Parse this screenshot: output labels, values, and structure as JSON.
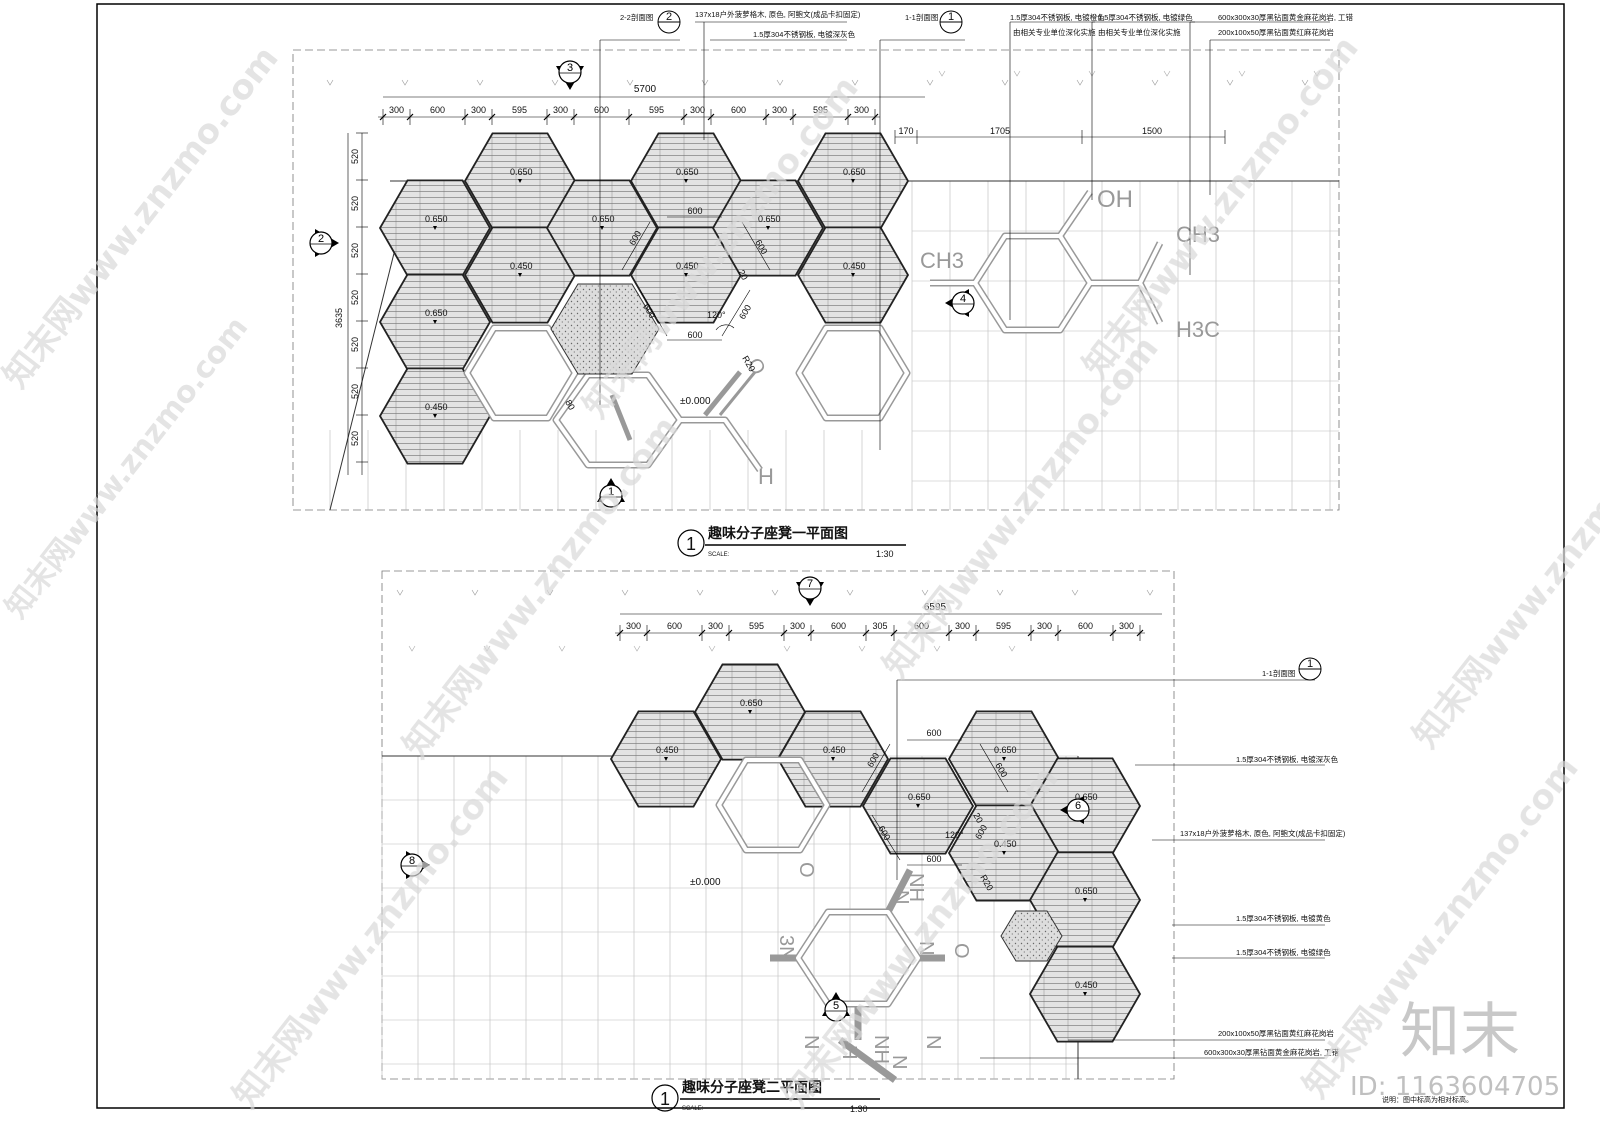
{
  "plan1": {
    "title": "趣味分子座凳一平面图",
    "scale_label": "SCALE:",
    "scale_value": "1:30",
    "number": "1",
    "total_dim": "5700",
    "top_dims": [
      "300",
      "600",
      "300",
      "595",
      "300",
      "600",
      "595",
      "300",
      "600",
      "300",
      "595",
      "300"
    ],
    "left_total": "3635",
    "left_dims": [
      "520",
      "520",
      "520",
      "520",
      "520",
      "520",
      "520"
    ],
    "right_dims": [
      "170",
      "1705",
      "1500"
    ],
    "hex_labels": [
      "0.650",
      "0.650",
      "0.650",
      "0.650",
      "0.650",
      "0.650",
      "0.450",
      "0.450",
      "0.650",
      "0.450",
      "0.450"
    ],
    "inner_dims": [
      "600",
      "600",
      "600",
      "600",
      "600",
      "600",
      "20",
      "120°",
      "R20",
      "80"
    ],
    "datum": "±0.000",
    "molecule_labels": [
      "OH",
      "CH3",
      "CH3",
      "H3C",
      "O",
      "H"
    ],
    "callouts": [
      {
        "text": "2-2剖面图",
        "ref": "2"
      },
      {
        "text": "137x18户外菠萝格木, 原色, 阿鲍文(成品卡扣固定)"
      },
      {
        "text": "1.5厚304不锈钢板, 电镀深灰色"
      },
      {
        "text": "1-1剖面图",
        "ref": "1"
      },
      {
        "text": "1.5厚304不锈钢板, 电镀橙色"
      },
      {
        "text": "由相关专业单位深化实施"
      },
      {
        "text": "1.5厚304不锈钢板, 电镀绿色"
      },
      {
        "text": "由相关专业单位深化实施"
      },
      {
        "text": "600x300x30厚黑钻面黄金麻花岗岩, 工错"
      },
      {
        "text": "200x100x50厚黑钻面黄红麻花岗岩"
      }
    ],
    "section_marks": [
      "3",
      "2",
      "4",
      "1"
    ]
  },
  "plan2": {
    "title": "趣味分子座凳二平面图",
    "scale_label": "SCALE:",
    "scale_value": "1:30",
    "number": "1",
    "total_dim": "6595",
    "top_dims": [
      "300",
      "600",
      "300",
      "595",
      "300",
      "600",
      "305",
      "600",
      "300",
      "595",
      "300",
      "600",
      "300"
    ],
    "hex_labels": [
      "0.650",
      "0.450",
      "0.450",
      "0.650",
      "0.650",
      "0.650",
      "0.450",
      "0.650",
      "0.450"
    ],
    "inner_dims": [
      "600",
      "600",
      "600",
      "600",
      "600",
      "600",
      "20",
      "120°",
      "R20"
    ],
    "datum": "±0.000",
    "molecule_labels": [
      "O",
      "NH",
      "N",
      "O",
      "N",
      "3N",
      "NH",
      "N",
      "N",
      "H",
      "N"
    ],
    "callouts": [
      {
        "text": "1-1剖面图",
        "ref": "1"
      },
      {
        "text": "1.5厚304不锈钢板, 电镀深灰色"
      },
      {
        "text": "137x18户外菠萝格木, 原色, 阿鲍文(成品卡扣固定)"
      },
      {
        "text": "1.5厚304不锈钢板, 电镀黄色"
      },
      {
        "text": "1.5厚304不锈钢板, 电镀绿色"
      },
      {
        "text": "200x100x50厚黑钻面黄红麻花岗岩"
      },
      {
        "text": "600x300x30厚黑钻面黄金麻花岗岩, 工错"
      }
    ],
    "section_marks": [
      "7",
      "8",
      "6",
      "5"
    ]
  },
  "note": "说明：图中标高为相对标高。",
  "watermark": {
    "brand": "知末",
    "id": "ID: 1163604705",
    "site": "知末网www.znzmo.com"
  }
}
